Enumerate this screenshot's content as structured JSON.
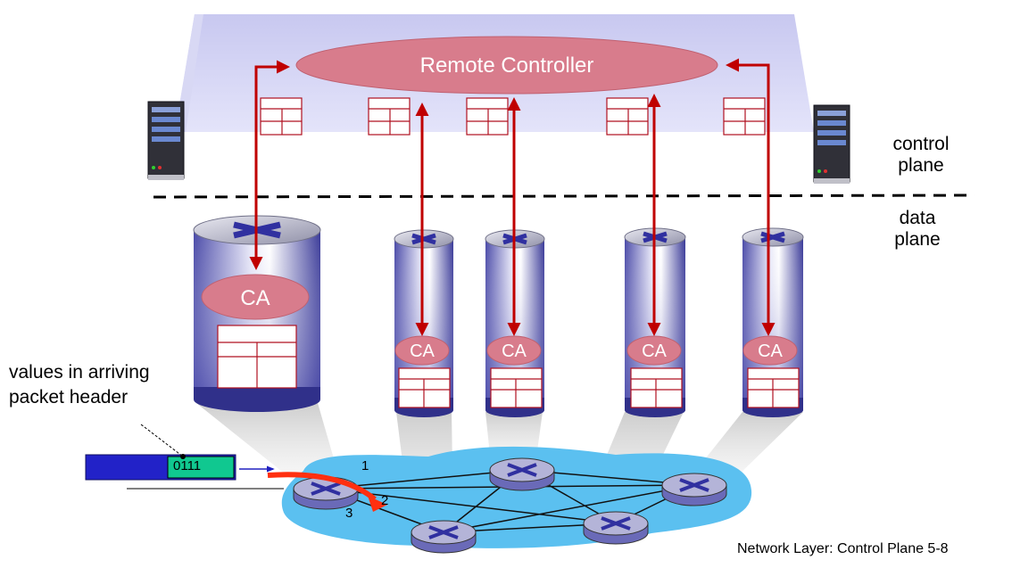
{
  "controller": {
    "label": "Remote Controller"
  },
  "planes": {
    "control": [
      "control",
      "plane"
    ],
    "data": [
      "data",
      "plane"
    ]
  },
  "agents": {
    "label": "CA"
  },
  "packet": {
    "caption": [
      "values in arriving",
      "packet header"
    ],
    "header_value": "0111"
  },
  "ports": [
    "1",
    "2",
    "3"
  ],
  "footer": "Network Layer: Control Plane  5-8",
  "colors": {
    "controller_fill": "#d87c8c",
    "arrow": "#c00000",
    "network_cloud": "#5bc0f0",
    "table_border": "#b01020",
    "packet_body": "#2222c8",
    "packet_header": "#10c890"
  }
}
